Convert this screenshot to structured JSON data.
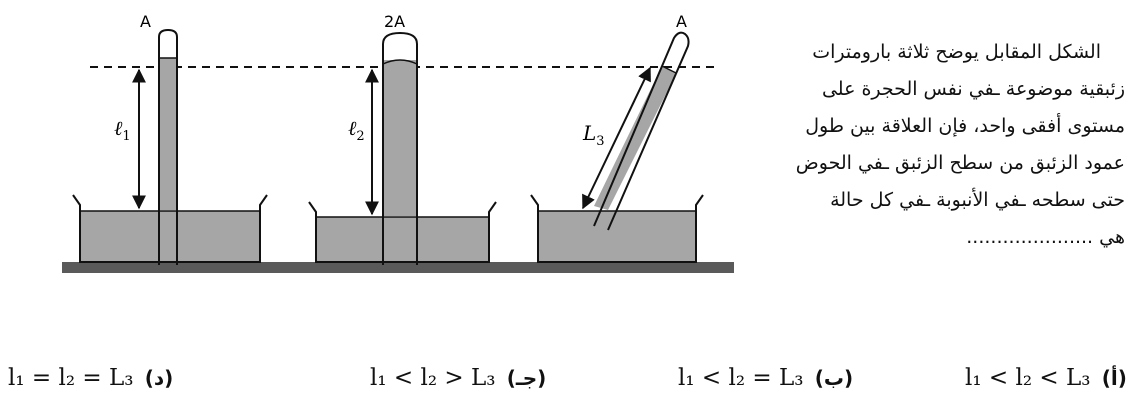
{
  "diagram": {
    "labels": {
      "tube1_top": "A",
      "tube2_top": "2A",
      "tube3_top": "A",
      "length1": "ℓ",
      "length1_sub": "1",
      "length2": "ℓ",
      "length2_sub": "2",
      "length3": "L",
      "length3_sub": "3"
    },
    "colors": {
      "mercury": "#a6a6a6",
      "base": "#5a5a5a",
      "outline": "#111111"
    }
  },
  "question": {
    "lines": [
      "الشكل المقابل يوضح ثلاثة بارومترات",
      "زئبقية موضوعة ـفي نفس الحجرة على",
      "مستوى أفقى واحد، فإن العلاقة بين طول",
      "عمود الزئبق من سطح الزئبق ـفي الحوض",
      "حتى سطحه ـفي الأنبوبة ـفي كل حالة",
      "هي ....................."
    ]
  },
  "options": [
    {
      "marker": "(أ)",
      "expression": "l₁ < l₂ < L₃"
    },
    {
      "marker": "(ب)",
      "expression": "l₁ < l₂ = L₃"
    },
    {
      "marker": "(جـ)",
      "expression": "l₁ < l₂ > L₃"
    },
    {
      "marker": "(د)",
      "expression": "l₁ = l₂ = L₃"
    }
  ]
}
